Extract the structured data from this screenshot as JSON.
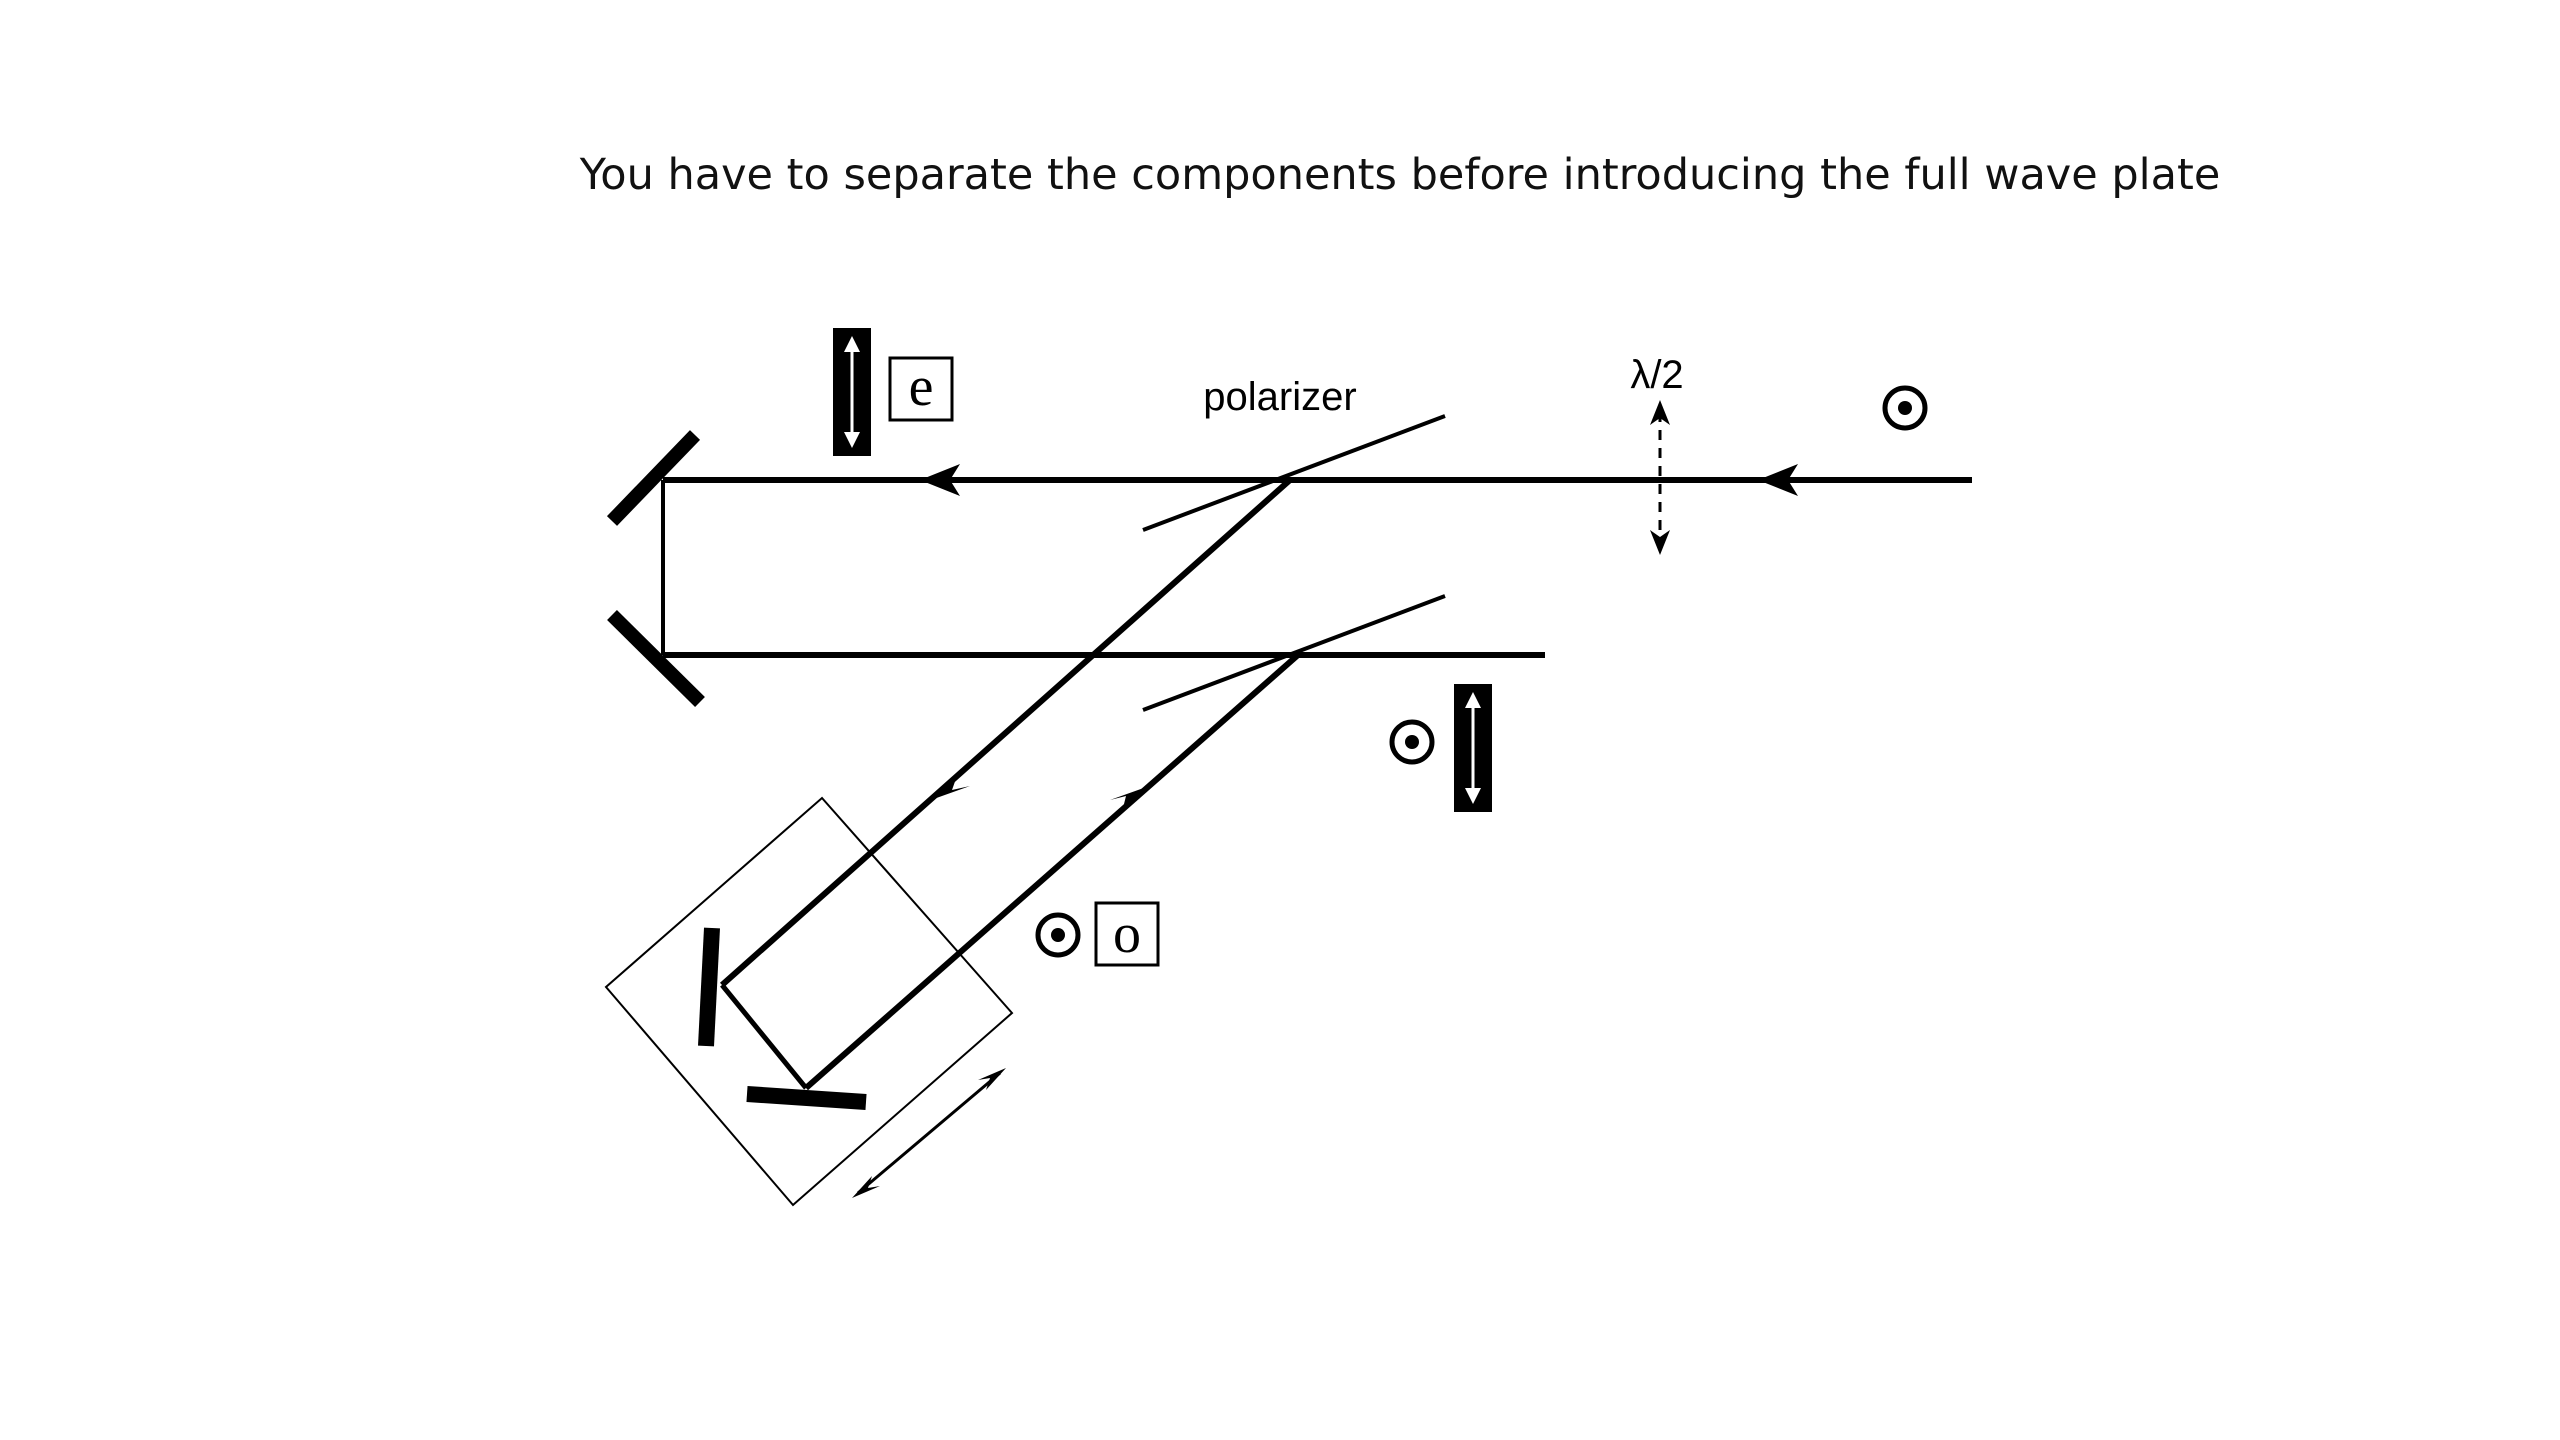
{
  "slide": {
    "title": "You have to separate the components before introducing the full wave plate"
  },
  "diagram": {
    "labels": {
      "polarizer": "polarizer",
      "half_wave_plate": "λ/2",
      "extraordinary": "e",
      "ordinary": "o"
    },
    "icons": [
      "out-of-plane-polarization-icon",
      "vertical-polarization-icon",
      "mirror-icon",
      "polarizer-plate-icon",
      "translation-stage-icon",
      "beam-direction-arrow-icon"
    ],
    "colors": {
      "ink": "#000000",
      "background": "#ffffff"
    }
  }
}
